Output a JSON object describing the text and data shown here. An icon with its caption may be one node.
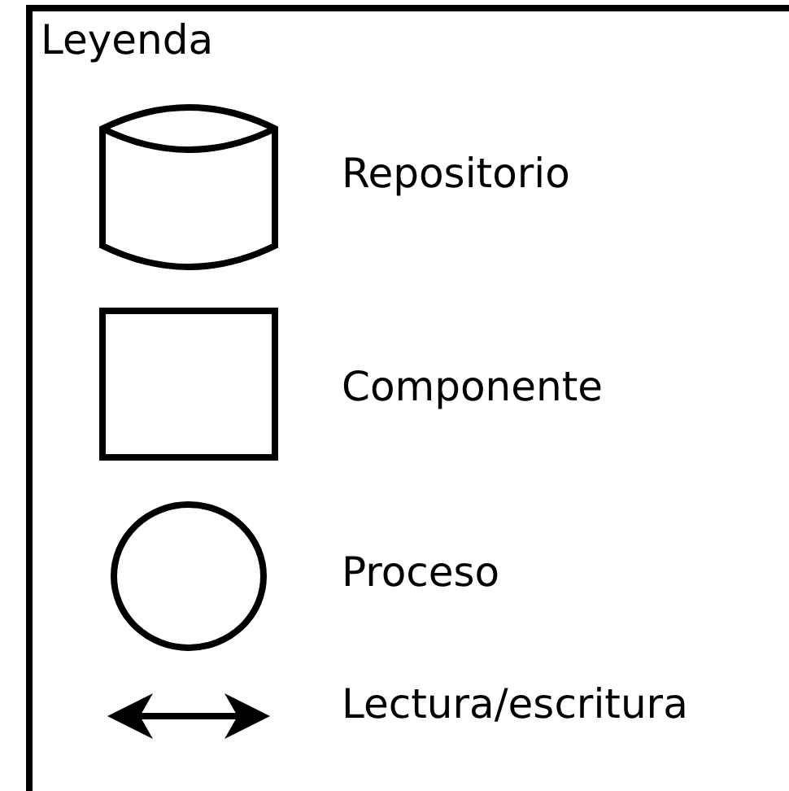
{
  "diagram": {
    "labels": [
      "Leyenda"
    ],
    "legend": [
      {
        "text": "Repositorio"
      },
      {
        "text": "Componente"
      },
      {
        "text": "Proceso"
      },
      {
        "text": "Lectura/escritura"
      }
    ]
  }
}
